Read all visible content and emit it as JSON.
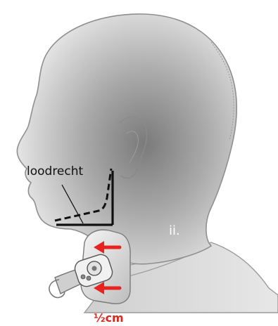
{
  "labels": {
    "perpendicular": "loodrecht",
    "step": "ii.",
    "measure": "½cm"
  },
  "colors": {
    "arrow": "#e8231f",
    "measure_text": "#d9281f",
    "head_outline": "#8f8f8f",
    "guide_lines": "#111111"
  },
  "icons": {
    "head": "head-profile-silhouette",
    "device": "neck-strap-device",
    "arrows": "left-arrow"
  }
}
